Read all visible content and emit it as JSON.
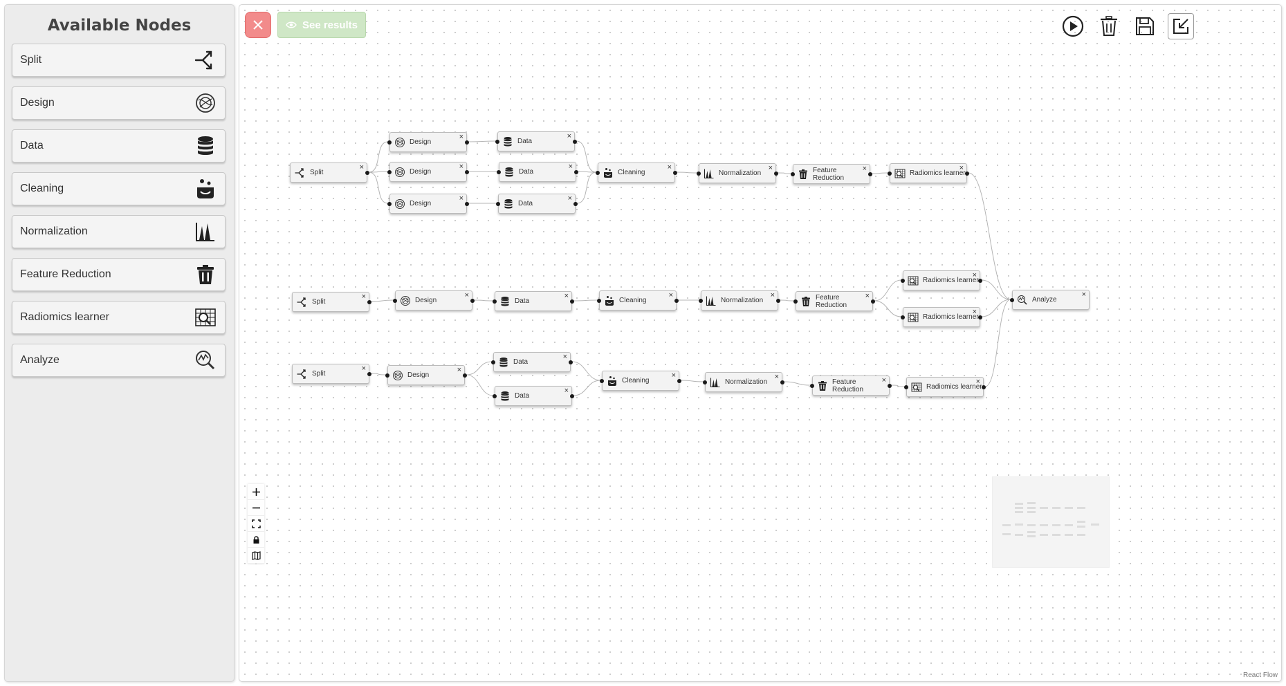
{
  "sidebar": {
    "title": "Available Nodes",
    "items": [
      {
        "label": "Split",
        "icon": "split-icon"
      },
      {
        "label": "Design",
        "icon": "design-icon"
      },
      {
        "label": "Data",
        "icon": "database-icon"
      },
      {
        "label": "Cleaning",
        "icon": "cleaning-icon"
      },
      {
        "label": "Normalization",
        "icon": "normalization-icon"
      },
      {
        "label": "Feature Reduction",
        "icon": "trash-icon"
      },
      {
        "label": "Radiomics learner",
        "icon": "radiomics-icon"
      },
      {
        "label": "Analyze",
        "icon": "analyze-icon"
      }
    ]
  },
  "toolbar": {
    "see_results_label": "See results",
    "actions": [
      "play-icon",
      "trash-icon",
      "save-icon",
      "export-icon"
    ]
  },
  "nodes": {
    "r1_split": "Split",
    "r1_design1": "Design",
    "r1_design2": "Design",
    "r1_design3": "Design",
    "r1_data1": "Data",
    "r1_data2": "Data",
    "r1_data3": "Data",
    "r1_cleaning": "Cleaning",
    "r1_norm": "Normalization",
    "r1_fr": "Feature Reduction",
    "r1_rl": "Radiomics learner",
    "r2_split": "Split",
    "r2_design": "Design",
    "r2_data": "Data",
    "r2_cleaning": "Cleaning",
    "r2_norm": "Normalization",
    "r2_fr": "Feature Reduction",
    "r2_rl1": "Radiomics learner",
    "r2_rl2": "Radiomics learner",
    "analyze": "Analyze",
    "r3_split": "Split",
    "r3_design": "Design",
    "r3_data1": "Data",
    "r3_data2": "Data",
    "r3_cleaning": "Cleaning",
    "r3_norm": "Normalization",
    "r3_fr": "Feature Reduction",
    "r3_rl": "Radiomics learner"
  },
  "close_glyph": "×",
  "attribution": "React Flow",
  "colors": {
    "close_button": "#f28b8b",
    "results_button": "#cfe7c6"
  }
}
